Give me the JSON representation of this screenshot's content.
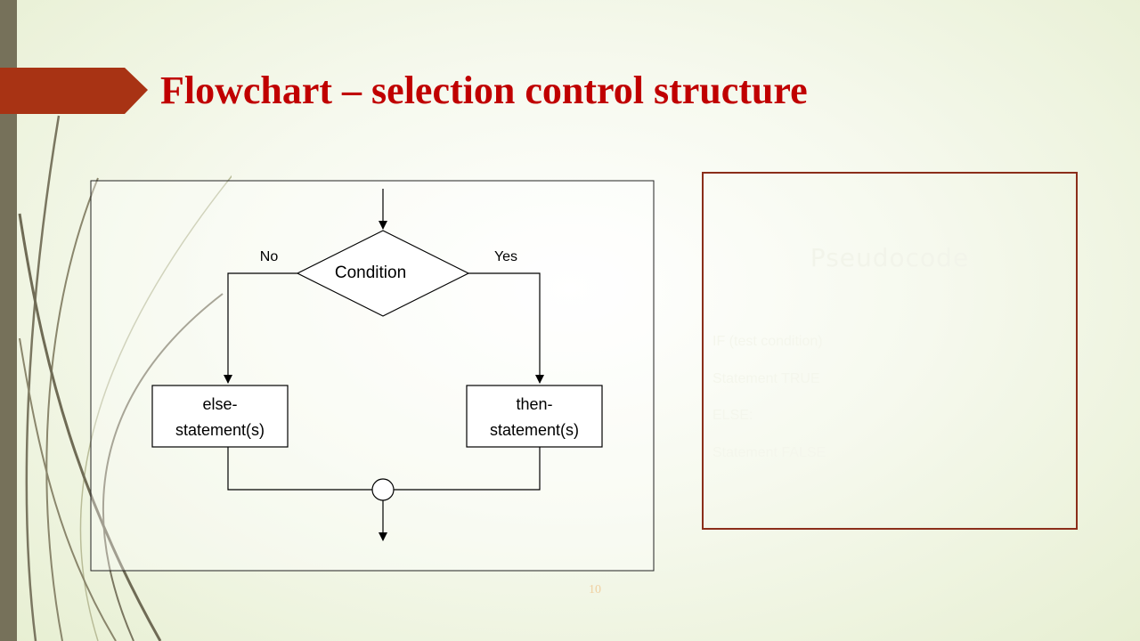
{
  "slide": {
    "title": "Flowchart – selection control structure",
    "page_number": "10"
  },
  "flowchart": {
    "decision_label": "Condition",
    "no_label": "No",
    "yes_label": "Yes",
    "else_box": [
      "else-",
      "statement(s)"
    ],
    "then_box": [
      "then-",
      "statement(s)"
    ]
  },
  "pseudocode": {
    "heading": "Pseudocode",
    "lines": [
      "IF (test condition)",
      "Statement TRUE",
      "ELSE:",
      "Statement FALSE"
    ]
  },
  "colors": {
    "title": "#c00000",
    "title_arrow": "#a83314",
    "left_bar": "#76715a",
    "pseudo_border": "#8b2e1a"
  }
}
